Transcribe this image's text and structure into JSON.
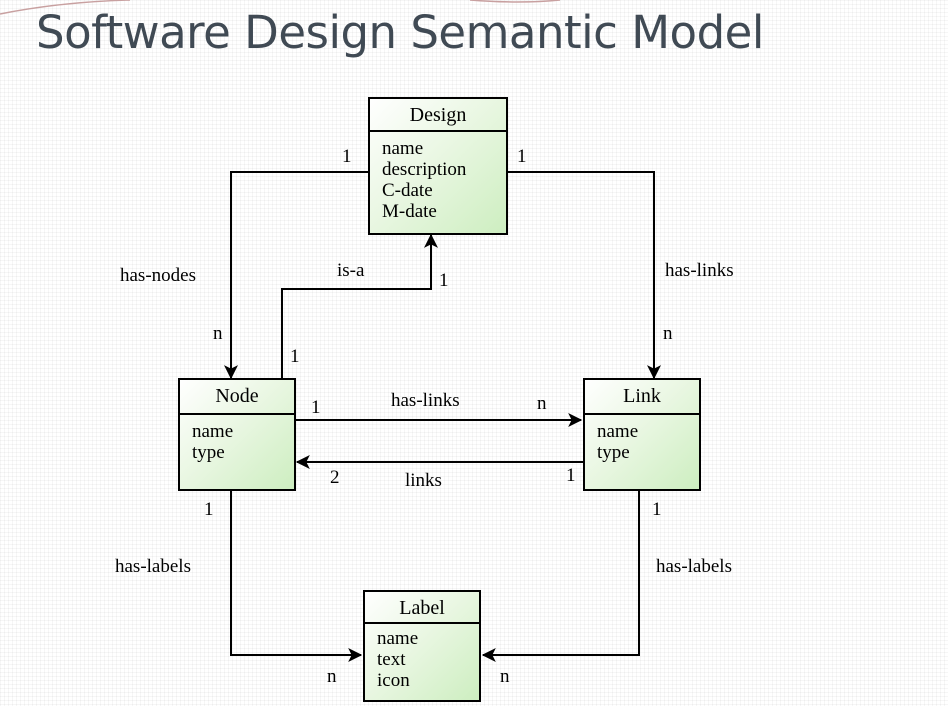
{
  "title": "Software Design Semantic Model",
  "entities": {
    "design": {
      "name": "Design",
      "attributes": [
        "name",
        "description",
        "C-date",
        "M-date"
      ]
    },
    "node": {
      "name": "Node",
      "attributes": [
        "name",
        "type"
      ]
    },
    "link": {
      "name": "Link",
      "attributes": [
        "name",
        "type"
      ]
    },
    "label": {
      "name": "Label",
      "attributes": [
        "name",
        "text",
        "icon"
      ]
    }
  },
  "relations": {
    "has_nodes": {
      "label": "has-nodes",
      "source_card": "1",
      "target_card": "n"
    },
    "has_links_design": {
      "label": "has-links",
      "source_card": "1",
      "target_card": "n"
    },
    "is_a": {
      "label": "is-a",
      "source_card": "1",
      "target_card": "1"
    },
    "node_has_links": {
      "label": "has-links",
      "source_card": "1",
      "target_card": "n"
    },
    "links": {
      "label": "links",
      "source_card": "1",
      "target_card": "2"
    },
    "node_has_labels": {
      "label": "has-labels",
      "source_card": "1",
      "target_card": "n"
    },
    "link_has_labels": {
      "label": "has-labels",
      "source_card": "1",
      "target_card": "n"
    }
  },
  "colors": {
    "box_fill": "#d4efc8",
    "title": "#404a54",
    "line": "#000000"
  }
}
